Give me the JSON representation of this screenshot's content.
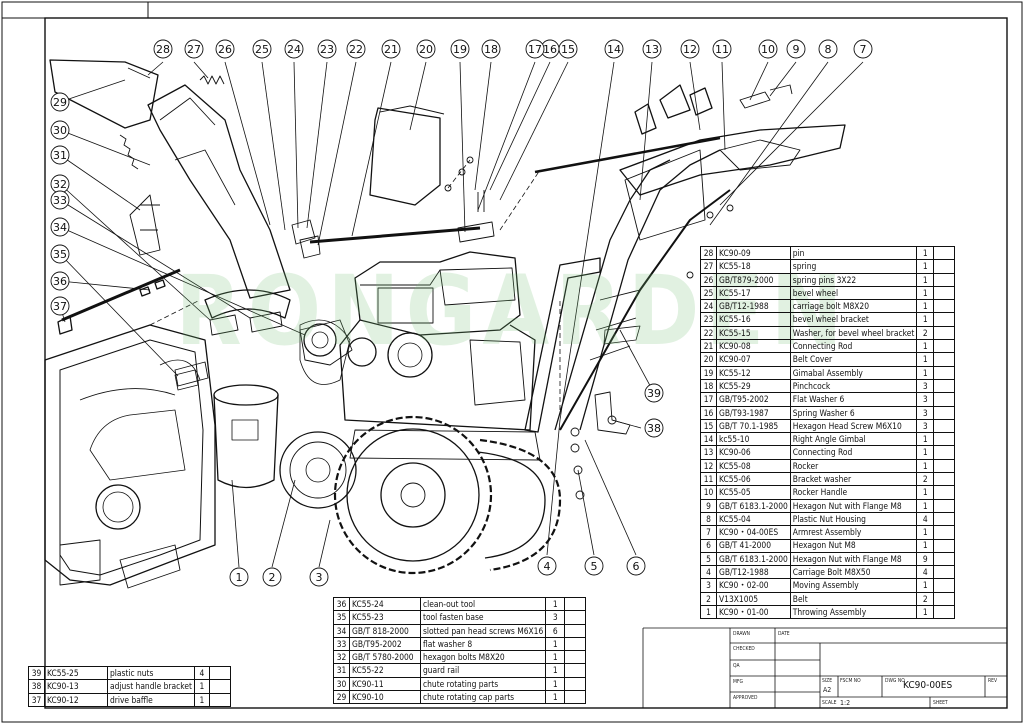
{
  "watermark": "RONGARDEN",
  "callouts": [
    "1",
    "2",
    "3",
    "4",
    "5",
    "6",
    "7",
    "8",
    "9",
    "10",
    "11",
    "12",
    "13",
    "14",
    "15",
    "16",
    "17",
    "18",
    "19",
    "20",
    "21",
    "22",
    "23",
    "24",
    "25",
    "26",
    "27",
    "28",
    "29",
    "30",
    "31",
    "32",
    "33",
    "34",
    "35",
    "36",
    "37",
    "38",
    "39"
  ],
  "bom_right": [
    {
      "no": "28",
      "code": "KC90-09",
      "desc": "pin",
      "qty": "1"
    },
    {
      "no": "27",
      "code": "KC55-18",
      "desc": "spring",
      "qty": "1"
    },
    {
      "no": "26",
      "code": "GB/T879-2000",
      "desc": "spring pins 3X22",
      "qty": "1"
    },
    {
      "no": "25",
      "code": "KC55-17",
      "desc": "bevel wheel",
      "qty": "1"
    },
    {
      "no": "24",
      "code": "GB/T12-1988",
      "desc": "carriage bolt M8X20",
      "qty": "1"
    },
    {
      "no": "23",
      "code": "KC55-16",
      "desc": "bevel wheel bracket",
      "qty": "1"
    },
    {
      "no": "22",
      "code": "KC55-15",
      "desc": "Washer, for bevel wheel bracket",
      "qty": "2"
    },
    {
      "no": "21",
      "code": "KC90-08",
      "desc": "Connecting Rod",
      "qty": "1"
    },
    {
      "no": "20",
      "code": "KC90-07",
      "desc": "Belt Cover",
      "qty": "1"
    },
    {
      "no": "19",
      "code": "KC55-12",
      "desc": "Gimabal Assembly",
      "qty": "1"
    },
    {
      "no": "18",
      "code": "KC55-29",
      "desc": "Pinchcock",
      "qty": "3"
    },
    {
      "no": "17",
      "code": "GB/T95-2002",
      "desc": "Flat Washer 6",
      "qty": "3"
    },
    {
      "no": "16",
      "code": "GB/T93-1987",
      "desc": "Spring Washer 6",
      "qty": "3"
    },
    {
      "no": "15",
      "code": "GB/T 70.1-1985",
      "desc": "Hexagon Head Screw M6X10",
      "qty": "3"
    },
    {
      "no": "14",
      "code": "kc55-10",
      "desc": "Right Angle Gimbal",
      "qty": "1"
    },
    {
      "no": "13",
      "code": "KC90-06",
      "desc": "Connecting Rod",
      "qty": "1"
    },
    {
      "no": "12",
      "code": "KC55-08",
      "desc": "Rocker",
      "qty": "1"
    },
    {
      "no": "11",
      "code": "KC55-06",
      "desc": "Bracket washer",
      "qty": "2"
    },
    {
      "no": "10",
      "code": "KC55-05",
      "desc": "Rocker Handle",
      "qty": "1"
    },
    {
      "no": "9",
      "code": "GB/T 6183.1-2000",
      "desc": "Hexagon Nut with Flange M8",
      "qty": "1"
    },
    {
      "no": "8",
      "code": "KC55-04",
      "desc": "Plastic Nut Housing",
      "qty": "4"
    },
    {
      "no": "7",
      "code": "KC90・04-00ES",
      "desc": "Armrest Assembly",
      "qty": "1"
    },
    {
      "no": "6",
      "code": "GB/T 41-2000",
      "desc": "Hexagon Nut M8",
      "qty": "1"
    },
    {
      "no": "5",
      "code": "GB/T 6183.1-2000",
      "desc": "Hexagon Nut with Flange M8",
      "qty": "9"
    },
    {
      "no": "4",
      "code": "GB/T12-1988",
      "desc": "Carriage Bolt M8X50",
      "qty": "4"
    },
    {
      "no": "3",
      "code": "KC90・02-00",
      "desc": "Moving Assembly",
      "qty": "1"
    },
    {
      "no": "2",
      "code": "V13X1005",
      "desc": "Belt",
      "qty": "2"
    },
    {
      "no": "1",
      "code": "KC90・01-00",
      "desc": "Throwing Assembly",
      "qty": "1"
    }
  ],
  "bom_mid": [
    {
      "no": "36",
      "code": "KC55-24",
      "desc": "clean-out tool",
      "qty": "1"
    },
    {
      "no": "35",
      "code": "KC55-23",
      "desc": "tool fasten base",
      "qty": "3"
    },
    {
      "no": "34",
      "code": "GB/T 818-2000",
      "desc": "slotted pan head screws M6X16",
      "qty": "6"
    },
    {
      "no": "33",
      "code": "GB/T95-2002",
      "desc": "flat washer 8",
      "qty": "1"
    },
    {
      "no": "32",
      "code": "GB/T 5780-2000",
      "desc": "hexagon bolts M8X20",
      "qty": "1"
    },
    {
      "no": "31",
      "code": "KC55-22",
      "desc": "guard rail",
      "qty": "1"
    },
    {
      "no": "30",
      "code": "KC90-11",
      "desc": "chute rotating parts",
      "qty": "1"
    },
    {
      "no": "29",
      "code": "KC90-10",
      "desc": "chute rotating cap parts",
      "qty": "1"
    }
  ],
  "bom_left": [
    {
      "no": "39",
      "code": "KC55-25",
      "desc": "plastic nuts",
      "qty": "4"
    },
    {
      "no": "38",
      "code": "KC90-13",
      "desc": "adjust handle bracket",
      "qty": "1"
    },
    {
      "no": "37",
      "code": "KC90-12",
      "desc": "drive baffle",
      "qty": "1"
    }
  ],
  "title_block": {
    "drawn": "DRAWN",
    "date": "DATE",
    "checked": "CHECKED",
    "qa": "QA",
    "mfg": "MFG",
    "approved": "APPROVED",
    "size_label": "SIZE",
    "size": "A2",
    "fscm_label": "FSCM NO",
    "dwg_label": "DWG NO",
    "dwg_no": "KC90-00ES",
    "rev_label": "REV",
    "scale_label": "SCALE",
    "scale": "1:2",
    "sheet_label": "SHEET"
  }
}
